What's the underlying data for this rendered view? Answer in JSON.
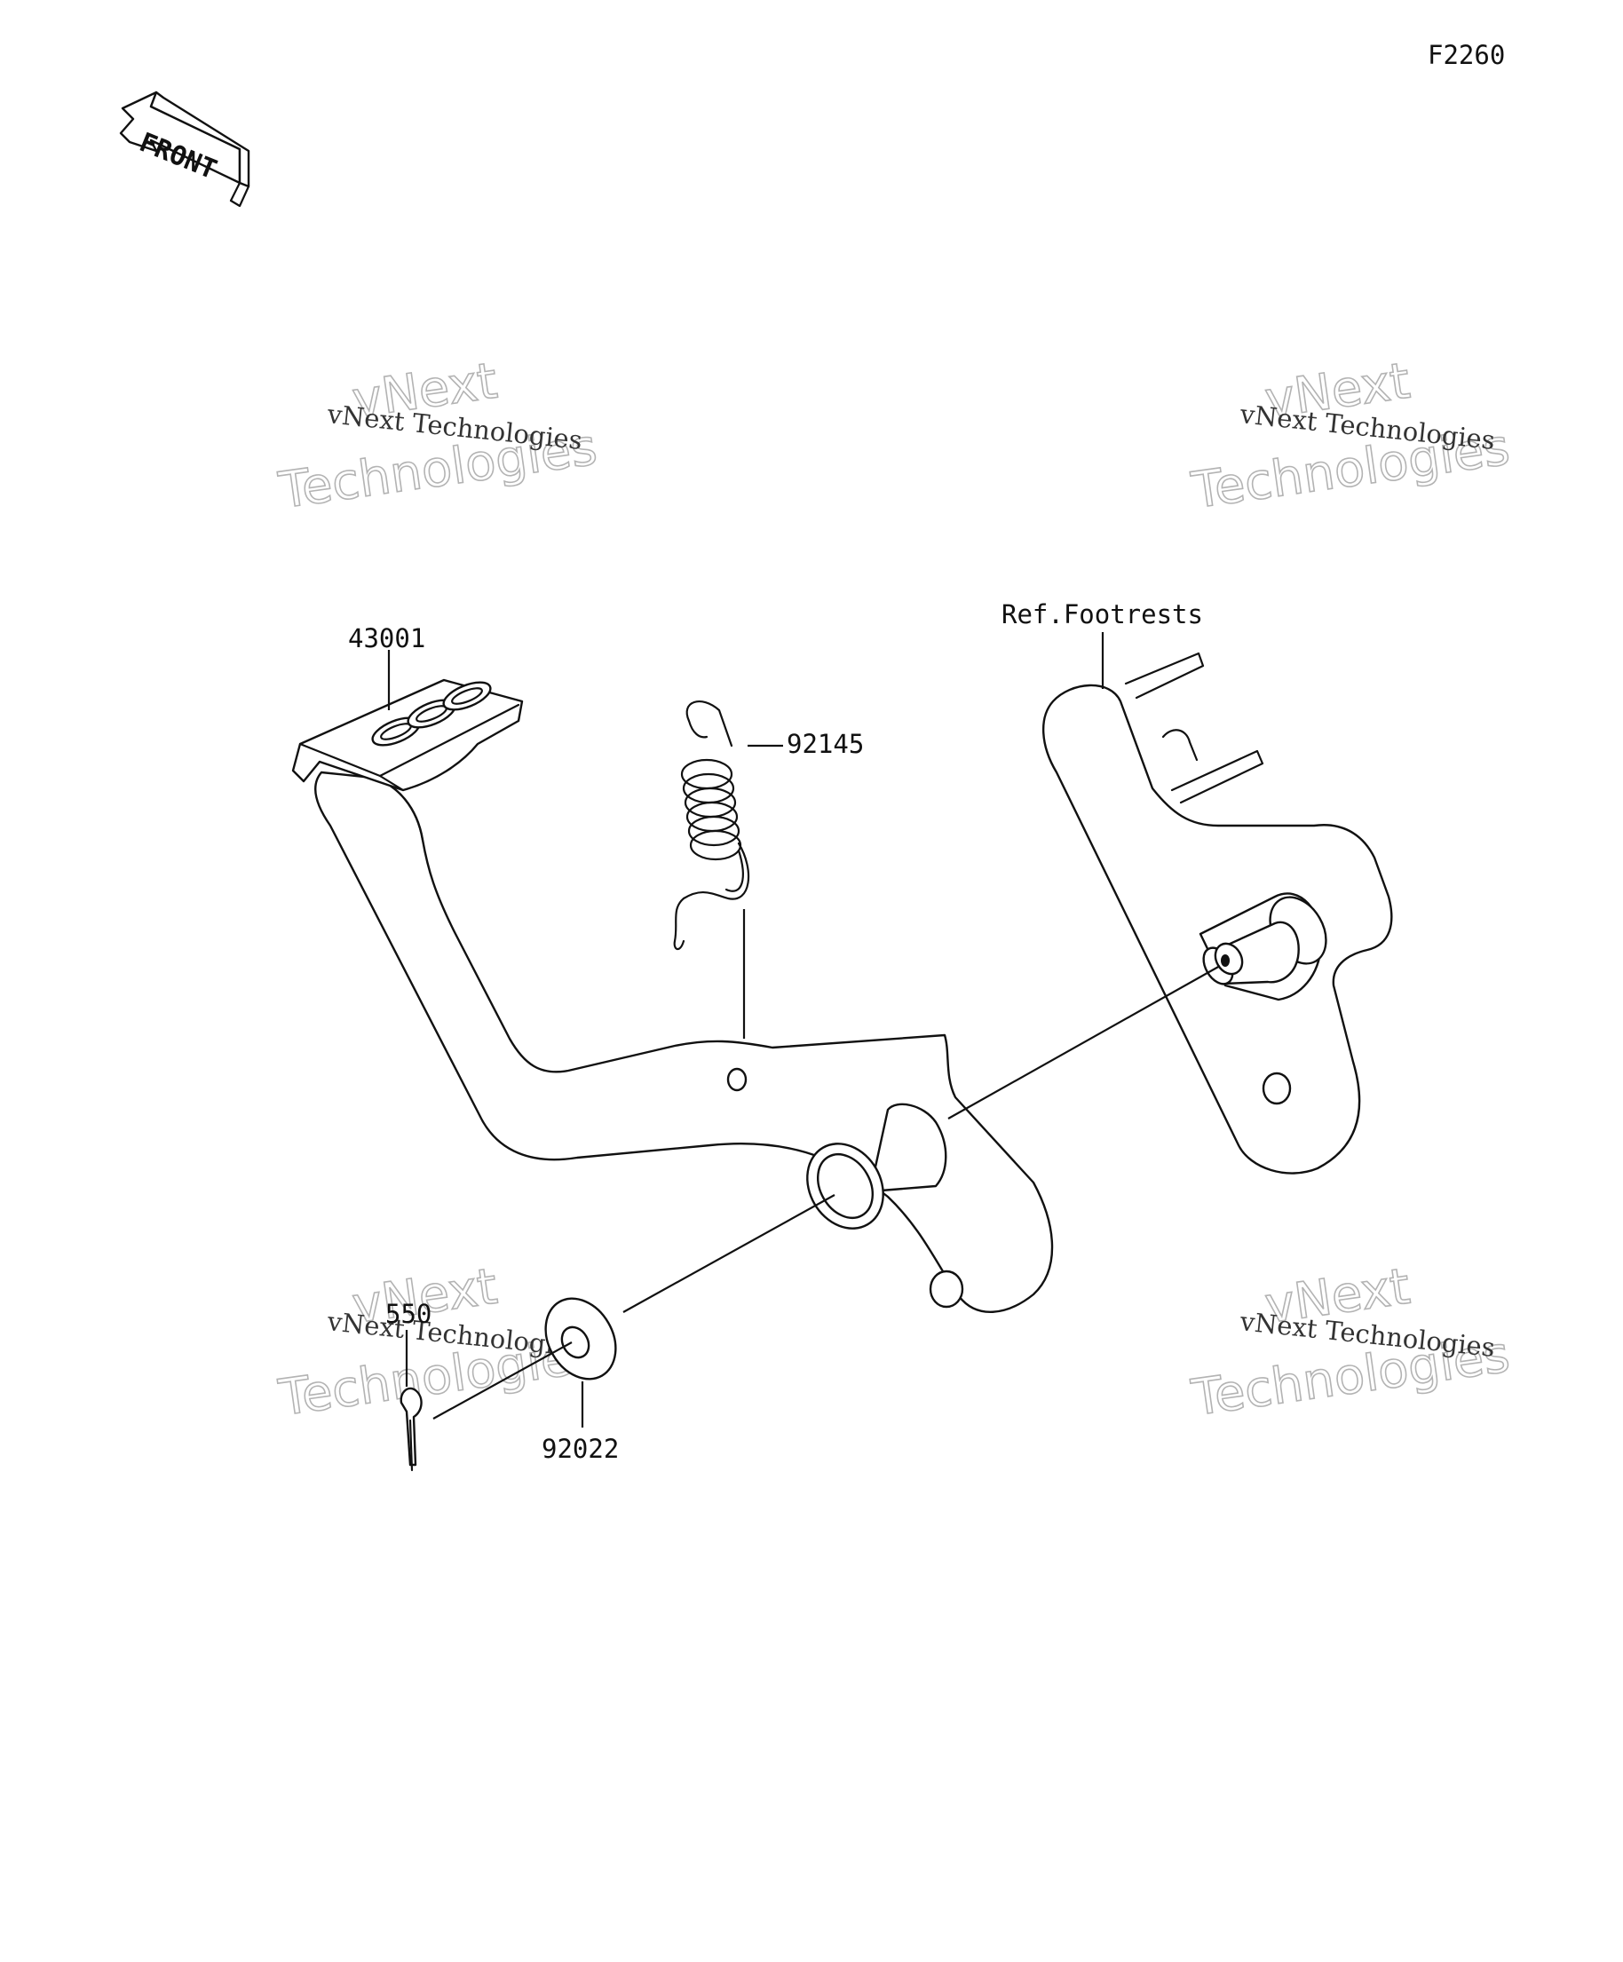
{
  "diagram_code": "F2260",
  "front_arrow": {
    "label": "FRONT",
    "icon": "front-arrow-icon"
  },
  "parts": [
    {
      "id": "brake-pedal",
      "number": "43001"
    },
    {
      "id": "return-spring",
      "number": "92145"
    },
    {
      "id": "washer",
      "number": "92022"
    },
    {
      "id": "cotter-pin",
      "number": "550"
    }
  ],
  "reference": {
    "label": "Ref.Footrests"
  },
  "watermark": {
    "line_small": "vNext Technologies",
    "line_big_1": "vNext",
    "line_big_2": "Technologies"
  }
}
